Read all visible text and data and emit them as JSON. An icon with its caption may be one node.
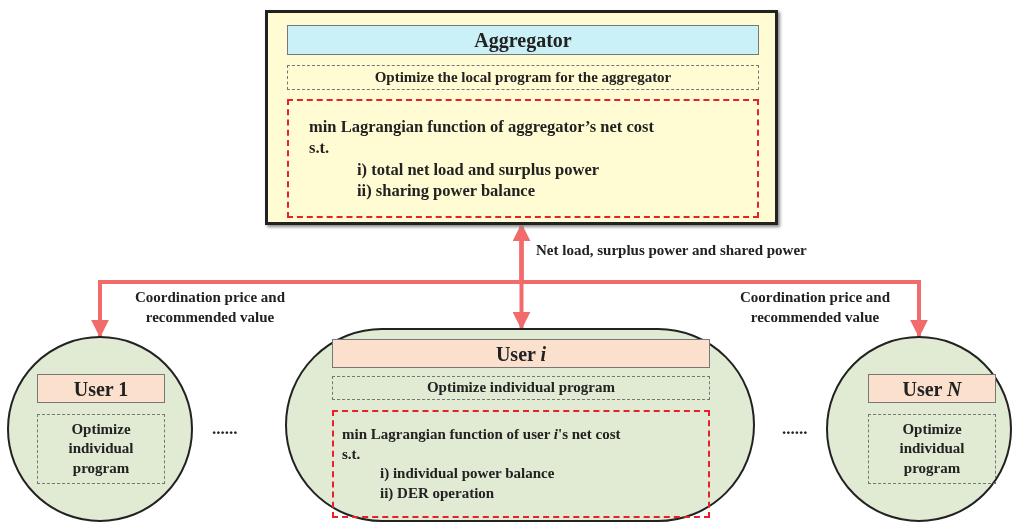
{
  "diagram": {
    "nodes": [
      {
        "text": [],
        "shape": "box"
      },
      {
        "text": [
          "Aggregator"
        ],
        "in": 0
      },
      {
        "text": [
          "Optimize the local program for the aggregator"
        ],
        "in": 0
      },
      {
        "text": [
          "min Lagrangian function of aggregator’s net cost",
          "s.t.",
          "i) total net load and surplus power",
          "ii) sharing power balance"
        ],
        "in": 0
      },
      {
        "text": [],
        "shape": "circle"
      },
      {
        "text": [
          "User 1"
        ],
        "in": 4
      },
      {
        "text": [
          "Optimize individual program"
        ],
        "in": 4
      },
      {
        "text": [],
        "shape": "box"
      },
      {
        "text": [
          "User *i*"
        ],
        "in": 7
      },
      {
        "text": [
          "Optimize individual program"
        ],
        "in": 7
      },
      {
        "text": [
          "min Lagrangian function of user *i*'s net cost",
          "s.t.",
          "i) individual power balance",
          "ii) DER operation"
        ],
        "in": 7
      },
      {
        "text": [],
        "shape": "circle"
      },
      {
        "text": [
          "User *N*"
        ],
        "in": 11
      },
      {
        "text": [
          "Optimize individual program"
        ],
        "in": 11
      }
    ],
    "edges": [
      {
        "from": 0,
        "to": 7,
        "arrow": "both",
        "label": "Net load, surplus power and shared power"
      },
      {
        "from": 0,
        "to": 4,
        "arrow": "to",
        "label": "Coordination price and recommended value"
      },
      {
        "from": 0,
        "to": 11,
        "arrow": "to",
        "label": "Coordination price and recommended value"
      }
    ],
    "labels": [
      "......",
      "......"
    ]
  }
}
